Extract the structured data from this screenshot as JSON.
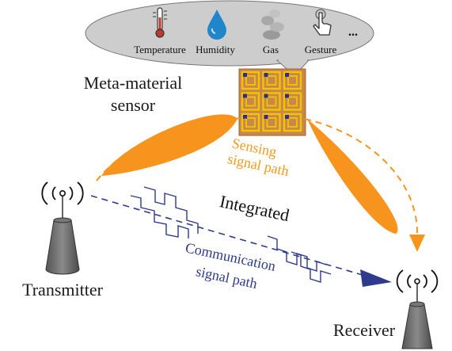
{
  "sensor_bubble": {
    "items": [
      {
        "label": "Temperature",
        "icon": "thermometer-icon"
      },
      {
        "label": "Humidity",
        "icon": "water-drop-icon"
      },
      {
        "label": "Gas",
        "icon": "gas-cloud-icon"
      },
      {
        "label": "Gesture",
        "icon": "pointing-hand-icon"
      }
    ],
    "more": "..."
  },
  "labels": {
    "sensor_line1": "Meta-material",
    "sensor_line2": "sensor",
    "sensing_line1": "Sensing",
    "sensing_line2": "signal path",
    "integrated": "Integrated",
    "comm_line1": "Communication",
    "comm_line2": "signal path",
    "transmitter": "Transmitter",
    "receiver": "Receiver"
  },
  "colors": {
    "sensing": "#f7941d",
    "communication": "#2e3a8c",
    "metamaterial_base": "#c8884a",
    "metamaterial_ring": "#f5c400",
    "metamaterial_dot": "#2c2f8a",
    "bubble": "#c8c8c8",
    "antenna": "#6b6b6b"
  }
}
